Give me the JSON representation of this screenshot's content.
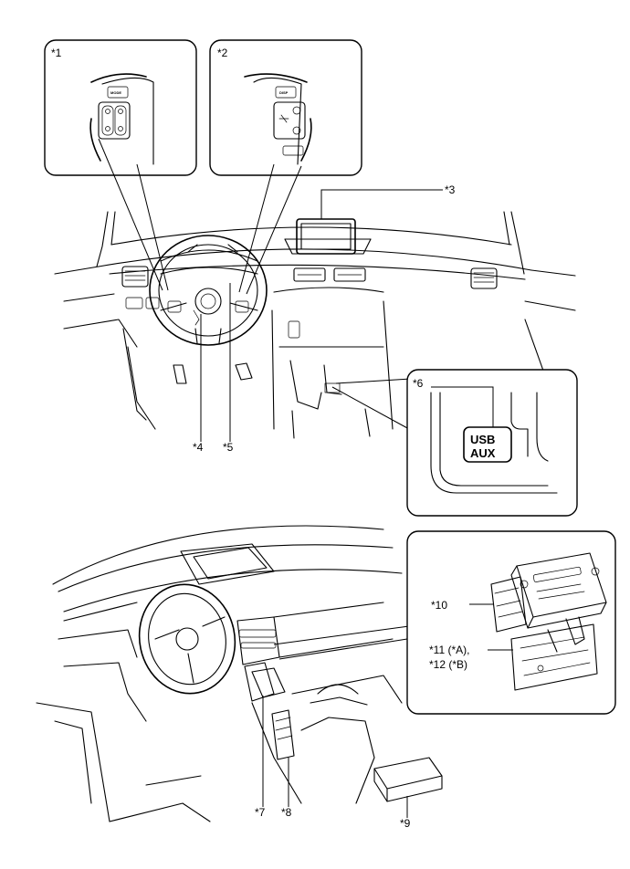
{
  "callouts": {
    "c1": "*1",
    "c2": "*2",
    "c3": "*3",
    "c4": "*4",
    "c5": "*5",
    "c6": "*6",
    "c7": "*7",
    "c8": "*8",
    "c9": "*9",
    "c10": "*10",
    "c11": "*11 (*A),",
    "c12": "*12 (*B)"
  },
  "switch_labels": {
    "mode": "MODE",
    "disp": "DISP"
  },
  "usb_port": {
    "line1": "USB",
    "line2": "AUX"
  }
}
